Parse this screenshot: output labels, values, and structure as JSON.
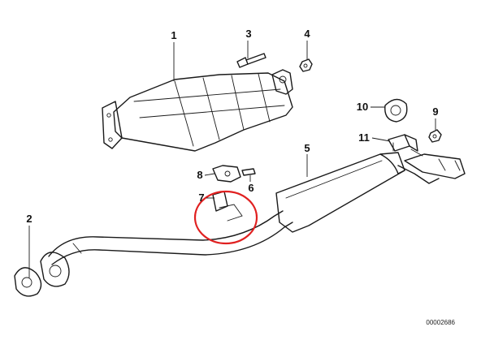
{
  "callouts": [
    {
      "id": "1",
      "label": "1"
    },
    {
      "id": "2",
      "label": "2"
    },
    {
      "id": "3",
      "label": "3"
    },
    {
      "id": "4",
      "label": "4"
    },
    {
      "id": "5",
      "label": "5"
    },
    {
      "id": "6",
      "label": "6"
    },
    {
      "id": "7",
      "label": "7"
    },
    {
      "id": "8",
      "label": "8"
    },
    {
      "id": "9",
      "label": "9"
    },
    {
      "id": "10",
      "label": "10"
    },
    {
      "id": "11",
      "label": "11"
    }
  ],
  "reference_number": "00002686",
  "colors": {
    "ink": "#1a1a1a",
    "highlight_circle": "#e02020",
    "background": "#ffffff"
  },
  "highlight": {
    "target_part": "7"
  }
}
